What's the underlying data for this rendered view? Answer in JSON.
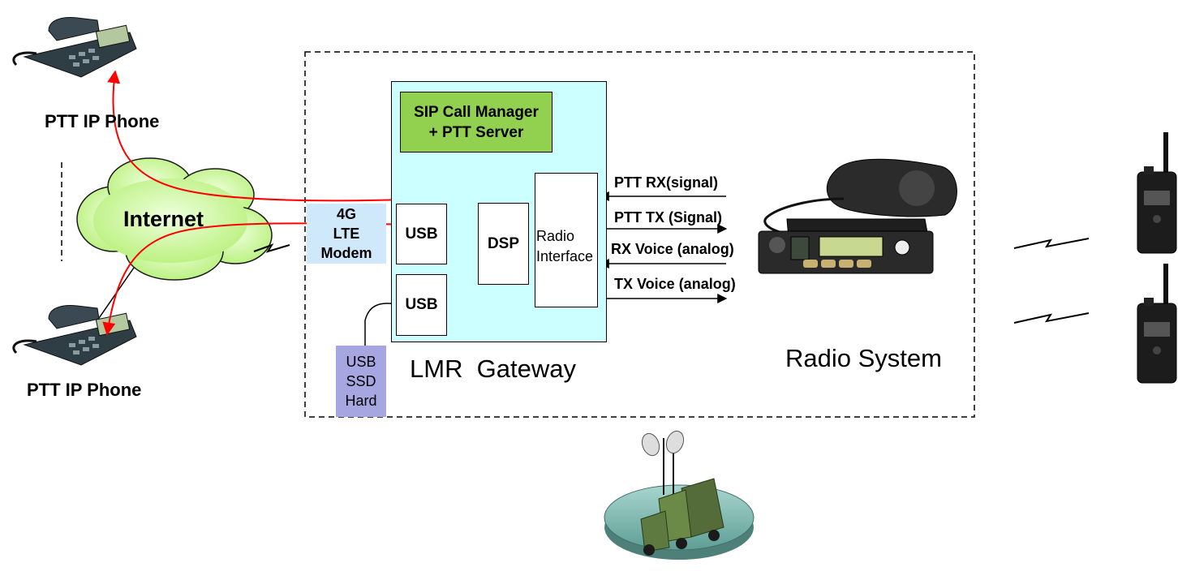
{
  "phones": {
    "top_label": "PTT IP Phone",
    "bottom_label": "PTT IP Phone"
  },
  "internet": {
    "label": "Internet"
  },
  "modem": {
    "line1": "4G",
    "line2": "LTE",
    "line3": "Modem"
  },
  "gateway": {
    "title": "LMR  Gateway",
    "sip_line1": "SIP Call Manager",
    "sip_line2": "+ PTT Server",
    "usb_top": "USB",
    "usb_bottom": "USB",
    "dsp": "DSP",
    "radio_if_line1": "Radio",
    "radio_if_line2": "Interface"
  },
  "storage": {
    "line1": "USB",
    "line2": "SSD",
    "line3": "Hard"
  },
  "signals": {
    "ptt_rx": "PTT RX(signal)",
    "ptt_tx": "PTT TX (Signal)",
    "rx_voice": "RX Voice (analog)",
    "tx_voice": "TX Voice (analog)"
  },
  "radio_system": {
    "label": "Radio System"
  },
  "colors": {
    "gateway_fill": "#ccffff",
    "sip_fill": "#92d050",
    "modem_fill": "#cfe8fa",
    "storage_fill": "#a6a6e0",
    "cloud_fill": "#ccff99",
    "call_path": "#ff0000"
  },
  "icons": [
    "ip-phone-icon",
    "cloud-icon",
    "mobile-radio-icon",
    "handheld-radio-icon",
    "radio-truck-icon",
    "wireless-link-icon"
  ]
}
